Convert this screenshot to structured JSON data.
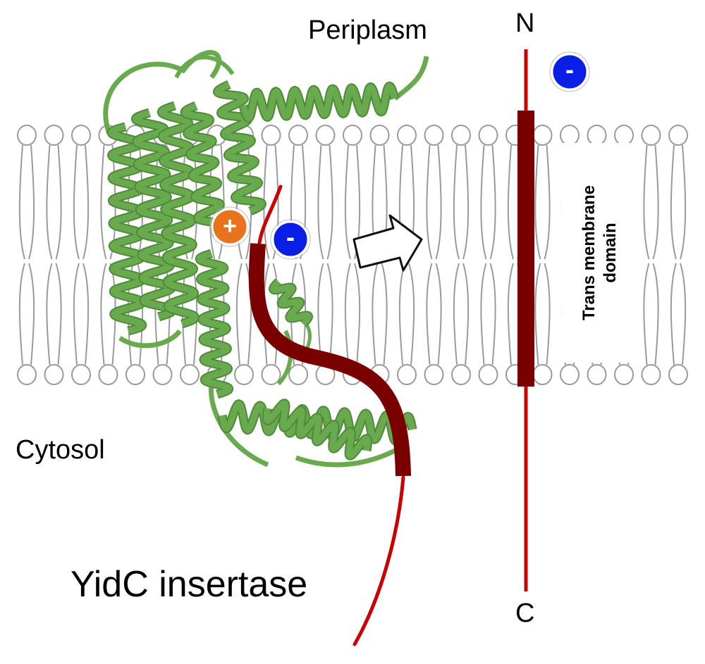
{
  "labels": {
    "periplasm": "Periplasm",
    "cytosol": "Cytosol",
    "yidc": "YidC insertase",
    "n_terminus": "N",
    "c_terminus": "C",
    "tm_domain_line1": "Trans membrane",
    "tm_domain_line2": "domain"
  },
  "charges": {
    "positive": "+",
    "negative": "-"
  },
  "colors": {
    "protein_helix": "#6aaa4f",
    "protein_helix_dark": "#4e8a38",
    "peptide_thin": "#cc0000",
    "peptide_tm_segment": "#7a0000",
    "positive_charge": "#e8731c",
    "negative_charge": "#0a1fe6",
    "lipid_outline": "#9a9a9a"
  },
  "icons": {
    "membrane": "lipid-bilayer-icon",
    "protein": "alpha-helix-ribbon-icon",
    "arrow": "right-arrow-icon"
  }
}
